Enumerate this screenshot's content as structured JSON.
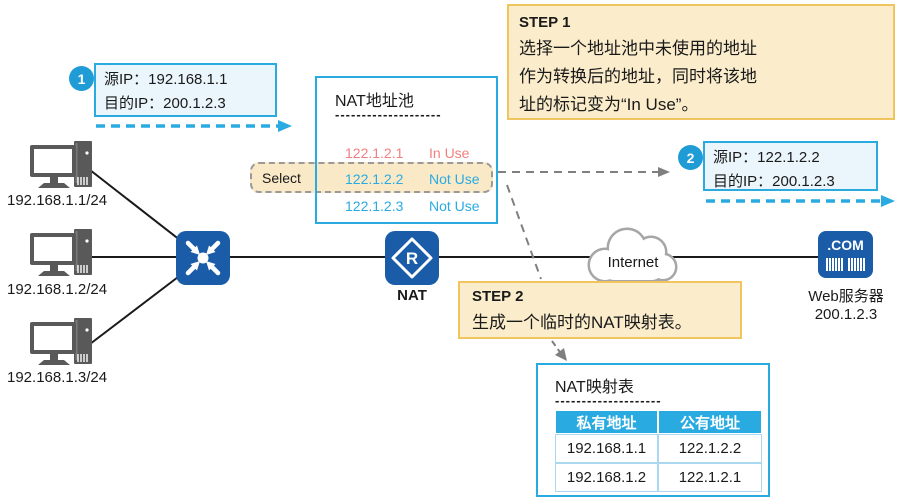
{
  "colors": {
    "accent_cyan": "#29ABE2",
    "device_blue": "#1A5CA8",
    "badge_blue": "#1F9BD5",
    "in_use_red": "#F08080",
    "note_bg": "#FBEDCB",
    "note_border": "#F0C55F",
    "select_bg": "#FAE9C7",
    "dashed_gray": "#7F7F7F",
    "pc_gray": "#595959",
    "cloud_gray": "#A6A6A6"
  },
  "hosts": [
    {
      "label": "192.168.1.1/24"
    },
    {
      "label": "192.168.1.2/24"
    },
    {
      "label": "192.168.1.3/24"
    }
  ],
  "devices": {
    "nat_label": "NAT",
    "nat_icon_letter": "R",
    "internet_label": "Internet",
    "server_icon_text": ".COM",
    "server_name": "Web服务器",
    "server_ip": "200.1.2.3"
  },
  "packet1": {
    "badge": "1",
    "line1": "源IP：192.168.1.1",
    "line2": "目的IP：200.1.2.3"
  },
  "packet2": {
    "badge": "2",
    "line1": "源IP：122.1.2.2",
    "line2": "目的IP：200.1.2.3"
  },
  "pool": {
    "title": "NAT地址池",
    "divider": "--------------------",
    "select_label": "Select",
    "rows": [
      {
        "ip": "122.1.2.1",
        "status": "In Use"
      },
      {
        "ip": "122.1.2.2",
        "status": "Not Use"
      },
      {
        "ip": "122.1.2.3",
        "status": "Not Use"
      }
    ]
  },
  "step1": {
    "title": "STEP 1",
    "line1": "选择一个地址池中未使用的地址",
    "line2": "作为转换后的地址，同时将该地",
    "line3": "址的标记变为“In Use”。"
  },
  "step2": {
    "title": "STEP 2",
    "line1": "生成一个临时的NAT映射表。"
  },
  "mapping": {
    "title": "NAT映射表",
    "divider": "--------------------",
    "headers": [
      "私有地址",
      "公有地址"
    ],
    "rows": [
      [
        "192.168.1.1",
        "122.1.2.2"
      ],
      [
        "192.168.1.2",
        "122.1.2.1"
      ]
    ]
  }
}
